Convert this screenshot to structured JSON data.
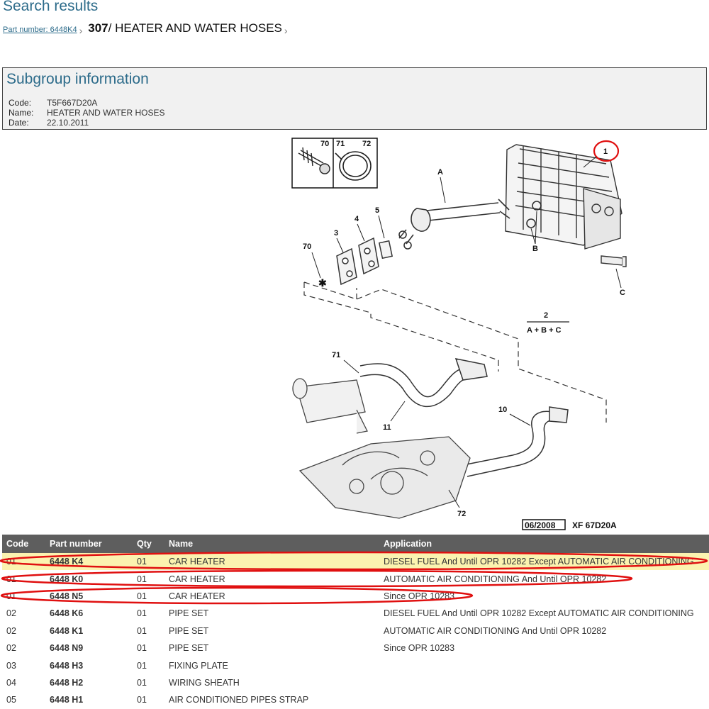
{
  "page": {
    "heading": "Search results",
    "breadcrumb": {
      "link_label": "Part number: 6448K4",
      "separator": "›",
      "code": "307",
      "title": " / HEATER AND WATER HOSES"
    }
  },
  "subgroup": {
    "title": "Subgroup information",
    "fields": [
      {
        "key": "Code:",
        "value": "T5F667D20A"
      },
      {
        "key": "Name:",
        "value": "HEATER AND WATER HOSES"
      },
      {
        "key": "Date:",
        "value": "22.10.2011"
      }
    ]
  },
  "diagram": {
    "labels": {
      "n70a": "70",
      "n71a": "71",
      "n72a": "72",
      "n1": "1",
      "A": "A",
      "B": "B",
      "C": "C",
      "n3": "3",
      "n4": "4",
      "n5": "5",
      "n70b": "70",
      "n2": "2",
      "formula": "A + B + C",
      "n71b": "71",
      "n10": "10",
      "n11": "11",
      "n72b": "72"
    },
    "stamp_date": "06/2008",
    "stamp_ref": "XF 67D20A",
    "highlight_color": "#e01010"
  },
  "table": {
    "columns": [
      "Code",
      "Part number",
      "Qty",
      "Name",
      "Application"
    ],
    "rows": [
      {
        "code": "01",
        "part": "6448 K4",
        "qty": "01",
        "name": "CAR HEATER",
        "application": "DIESEL FUEL And Until OPR 10282 Except AUTOMATIC AIR CONDITIONING",
        "highlighted": true
      },
      {
        "code": "01",
        "part": "6448 K0",
        "qty": "01",
        "name": "CAR HEATER",
        "application": "AUTOMATIC AIR CONDITIONING And Until OPR 10282",
        "highlighted": false
      },
      {
        "code": "01",
        "part": "6448 N5",
        "qty": "01",
        "name": "CAR HEATER",
        "application": "Since OPR 10283",
        "highlighted": false
      },
      {
        "code": "02",
        "part": "6448 K6",
        "qty": "01",
        "name": "PIPE SET",
        "application": "DIESEL FUEL And Until OPR 10282 Except AUTOMATIC AIR CONDITIONING",
        "highlighted": false
      },
      {
        "code": "02",
        "part": "6448 K1",
        "qty": "01",
        "name": "PIPE SET",
        "application": "AUTOMATIC AIR CONDITIONING And Until OPR 10282",
        "highlighted": false
      },
      {
        "code": "02",
        "part": "6448 N9",
        "qty": "01",
        "name": "PIPE SET",
        "application": "Since OPR 10283",
        "highlighted": false
      },
      {
        "code": "03",
        "part": "6448 H3",
        "qty": "01",
        "name": "FIXING PLATE",
        "application": "",
        "highlighted": false
      },
      {
        "code": "04",
        "part": "6448 H2",
        "qty": "01",
        "name": "WIRING SHEATH",
        "application": "",
        "highlighted": false
      },
      {
        "code": "05",
        "part": "6448 H1",
        "qty": "01",
        "name": "AIR CONDITIONED PIPES STRAP",
        "application": "",
        "highlighted": false
      }
    ]
  }
}
